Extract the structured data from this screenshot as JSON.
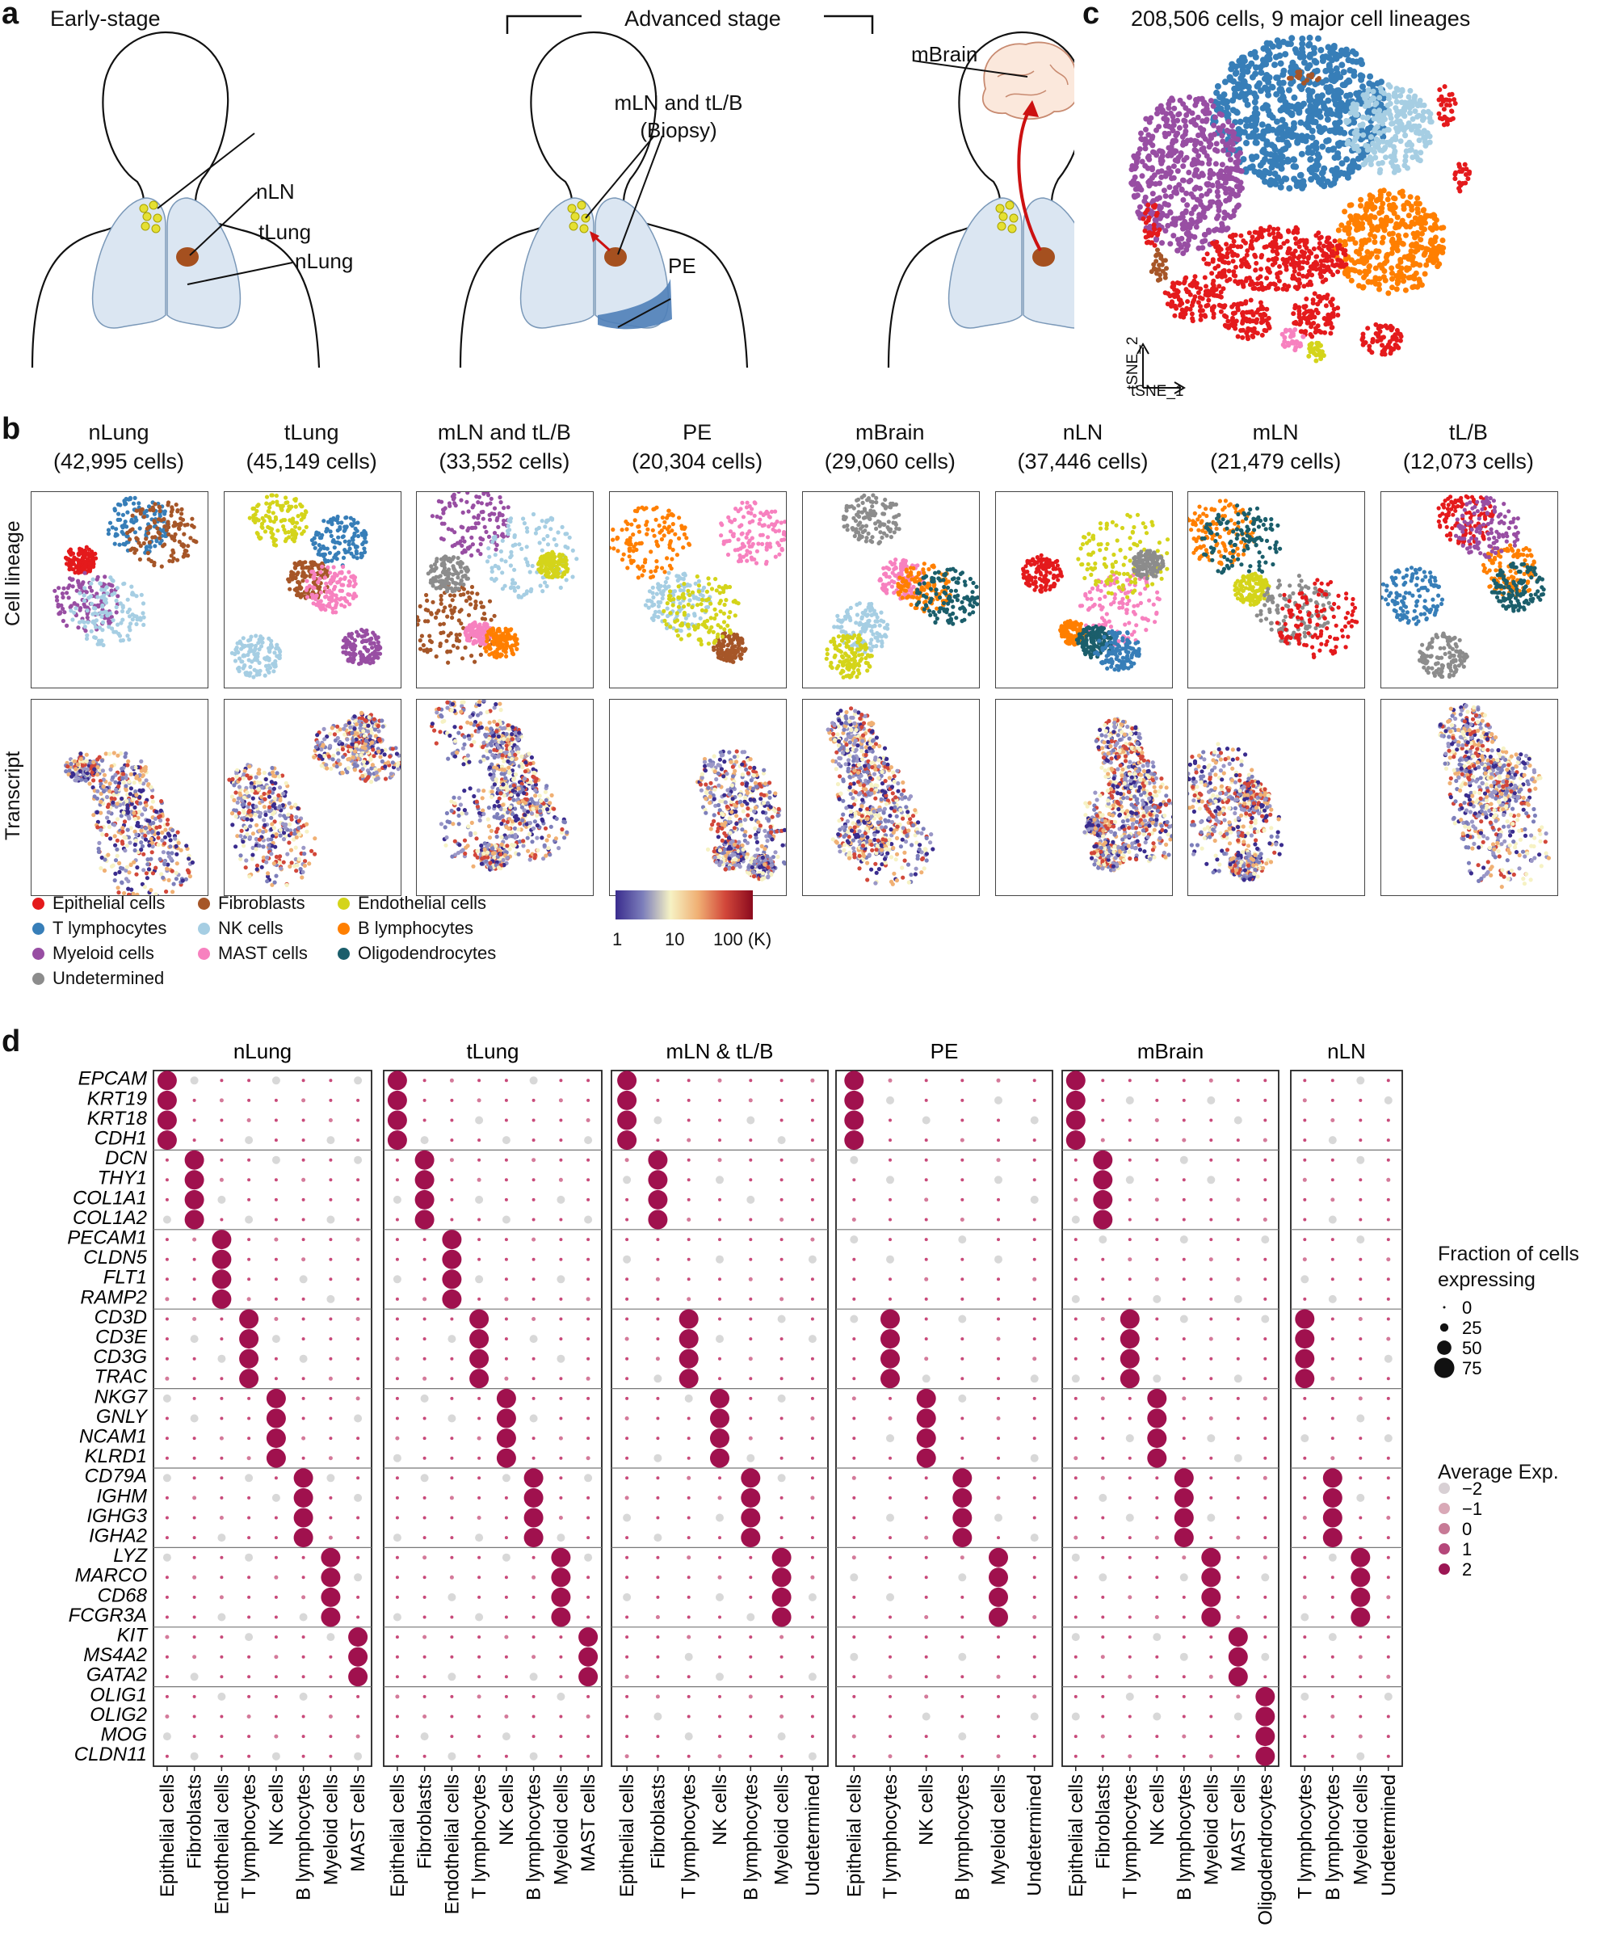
{
  "colors": {
    "epithelial": "#e41a1c",
    "t_lymph": "#377eb8",
    "myeloid": "#984ea3",
    "undetermined": "#8c8c8c",
    "fibroblast": "#a65628",
    "nk": "#a6cee3",
    "mast": "#f781bf",
    "endothelial": "#d4d41a",
    "b_lymph": "#ff7f00",
    "oligo": "#1b5e6b",
    "dot_hi": "#a0114e",
    "dot_lo": "#d8d8d8",
    "lung_fill": "#dbe6f2",
    "tumor": "#a5501f",
    "arrow": "#cc1111"
  },
  "panels": {
    "a": "a",
    "b": "b",
    "c": "c",
    "d": "d"
  },
  "panel_a": {
    "early_stage": "Early-stage",
    "advanced_stage": "Advanced stage",
    "labels": {
      "nLN": "nLN",
      "tLung": "tLung",
      "nLung": "nLung",
      "mLN_line1": "mLN and tL/B",
      "mLN_line2": "(Biopsy)",
      "PE": "PE",
      "mBrain": "mBrain"
    }
  },
  "panel_c": {
    "title": "208,506 cells, 9 major cell lineages",
    "axis_x": "tSNE_1",
    "axis_y": "tSNE_2"
  },
  "panel_b": {
    "row_labels": [
      "Cell lineage",
      "Transcript"
    ],
    "samples": [
      {
        "name": "nLung",
        "cells": "(42,995 cells)"
      },
      {
        "name": "tLung",
        "cells": "(45,149 cells)"
      },
      {
        "name": "mLN and tL/B",
        "cells": "(33,552 cells)"
      },
      {
        "name": "PE",
        "cells": "(20,304 cells)"
      },
      {
        "name": "mBrain",
        "cells": "(29,060 cells)"
      },
      {
        "name": "nLN",
        "cells": "(37,446 cells)"
      },
      {
        "name": "mLN",
        "cells": "(21,479 cells)"
      },
      {
        "name": "tL/B",
        "cells": "(12,073 cells)"
      }
    ],
    "legend": [
      {
        "label": "Epithelial cells",
        "color": "#e41a1c"
      },
      {
        "label": "Fibroblasts",
        "color": "#a65628"
      },
      {
        "label": "Endothelial cells",
        "color": "#d4d41a"
      },
      {
        "label": "T lymphocytes",
        "color": "#377eb8"
      },
      {
        "label": "NK cells",
        "color": "#a6cee3"
      },
      {
        "label": "B lymphocytes",
        "color": "#ff7f00"
      },
      {
        "label": "Myeloid cells",
        "color": "#984ea3"
      },
      {
        "label": "MAST cells",
        "color": "#f781bf"
      },
      {
        "label": "Oligodendrocytes",
        "color": "#1b5e6b"
      },
      {
        "label": "Undetermined",
        "color": "#8c8c8c"
      }
    ],
    "colorbar_ticks": [
      "1",
      "10",
      "100 (K)"
    ]
  },
  "chart_data": {
    "type": "dotplot",
    "facets": [
      {
        "name": "nLung",
        "cell_types": [
          "Epithelial cells",
          "Fibroblasts",
          "Endothelial cells",
          "T lymphocytes",
          "NK cells",
          "B lymphocytes",
          "Myeloid cells",
          "MAST cells"
        ]
      },
      {
        "name": "tLung",
        "cell_types": [
          "Epithelial cells",
          "Fibroblasts",
          "Endothelial cells",
          "T lymphocytes",
          "NK cells",
          "B lymphocytes",
          "Myeloid cells",
          "MAST cells"
        ]
      },
      {
        "name": "mLN & tL/B",
        "cell_types": [
          "Epithelial cells",
          "Fibroblasts",
          "T lymphocytes",
          "NK cells",
          "B lymphocytes",
          "Myeloid cells",
          "Undetermined"
        ]
      },
      {
        "name": "PE",
        "cell_types": [
          "Epithelial cells",
          "T lymphocytes",
          "NK cells",
          "B lymphocytes",
          "Myeloid cells",
          "Undetermined"
        ]
      },
      {
        "name": "mBrain",
        "cell_types": [
          "Epithelial cells",
          "Fibroblasts",
          "T lymphocytes",
          "NK cells",
          "B lymphocytes",
          "Myeloid cells",
          "MAST cells",
          "Oligodendrocytes"
        ]
      },
      {
        "name": "nLN",
        "cell_types": [
          "T lymphocytes",
          "B lymphocytes",
          "Myeloid cells",
          "Undetermined"
        ]
      }
    ],
    "gene_groups": [
      {
        "cell_type": "Epithelial cells",
        "genes": [
          "EPCAM",
          "KRT19",
          "KRT18",
          "CDH1"
        ]
      },
      {
        "cell_type": "Fibroblasts",
        "genes": [
          "DCN",
          "THY1",
          "COL1A1",
          "COL1A2"
        ]
      },
      {
        "cell_type": "Endothelial cells",
        "genes": [
          "PECAM1",
          "CLDN5",
          "FLT1",
          "RAMP2"
        ]
      },
      {
        "cell_type": "T lymphocytes",
        "genes": [
          "CD3D",
          "CD3E",
          "CD3G",
          "TRAC"
        ]
      },
      {
        "cell_type": "NK cells",
        "genes": [
          "NKG7",
          "GNLY",
          "NCAM1",
          "KLRD1"
        ]
      },
      {
        "cell_type": "B lymphocytes",
        "genes": [
          "CD79A",
          "IGHM",
          "IGHG3",
          "IGHA2"
        ]
      },
      {
        "cell_type": "Myeloid cells",
        "genes": [
          "LYZ",
          "MARCO",
          "CD68",
          "FCGR3A"
        ]
      },
      {
        "cell_type": "MAST cells",
        "genes": [
          "KIT",
          "MS4A2",
          "GATA2"
        ]
      },
      {
        "cell_type": "Oligodendrocytes",
        "genes": [
          "OLIG1",
          "OLIG2",
          "MOG",
          "CLDN11"
        ]
      }
    ],
    "size_legend": {
      "title_line1": "Fraction of cells",
      "title_line2": "expressing",
      "values": [
        0,
        25,
        50,
        75
      ]
    },
    "color_legend": {
      "title": "Average Exp.",
      "values": [
        -2,
        -1,
        0,
        1,
        2
      ],
      "labels": [
        "−2",
        "−1",
        "0",
        "1",
        "2"
      ]
    }
  }
}
